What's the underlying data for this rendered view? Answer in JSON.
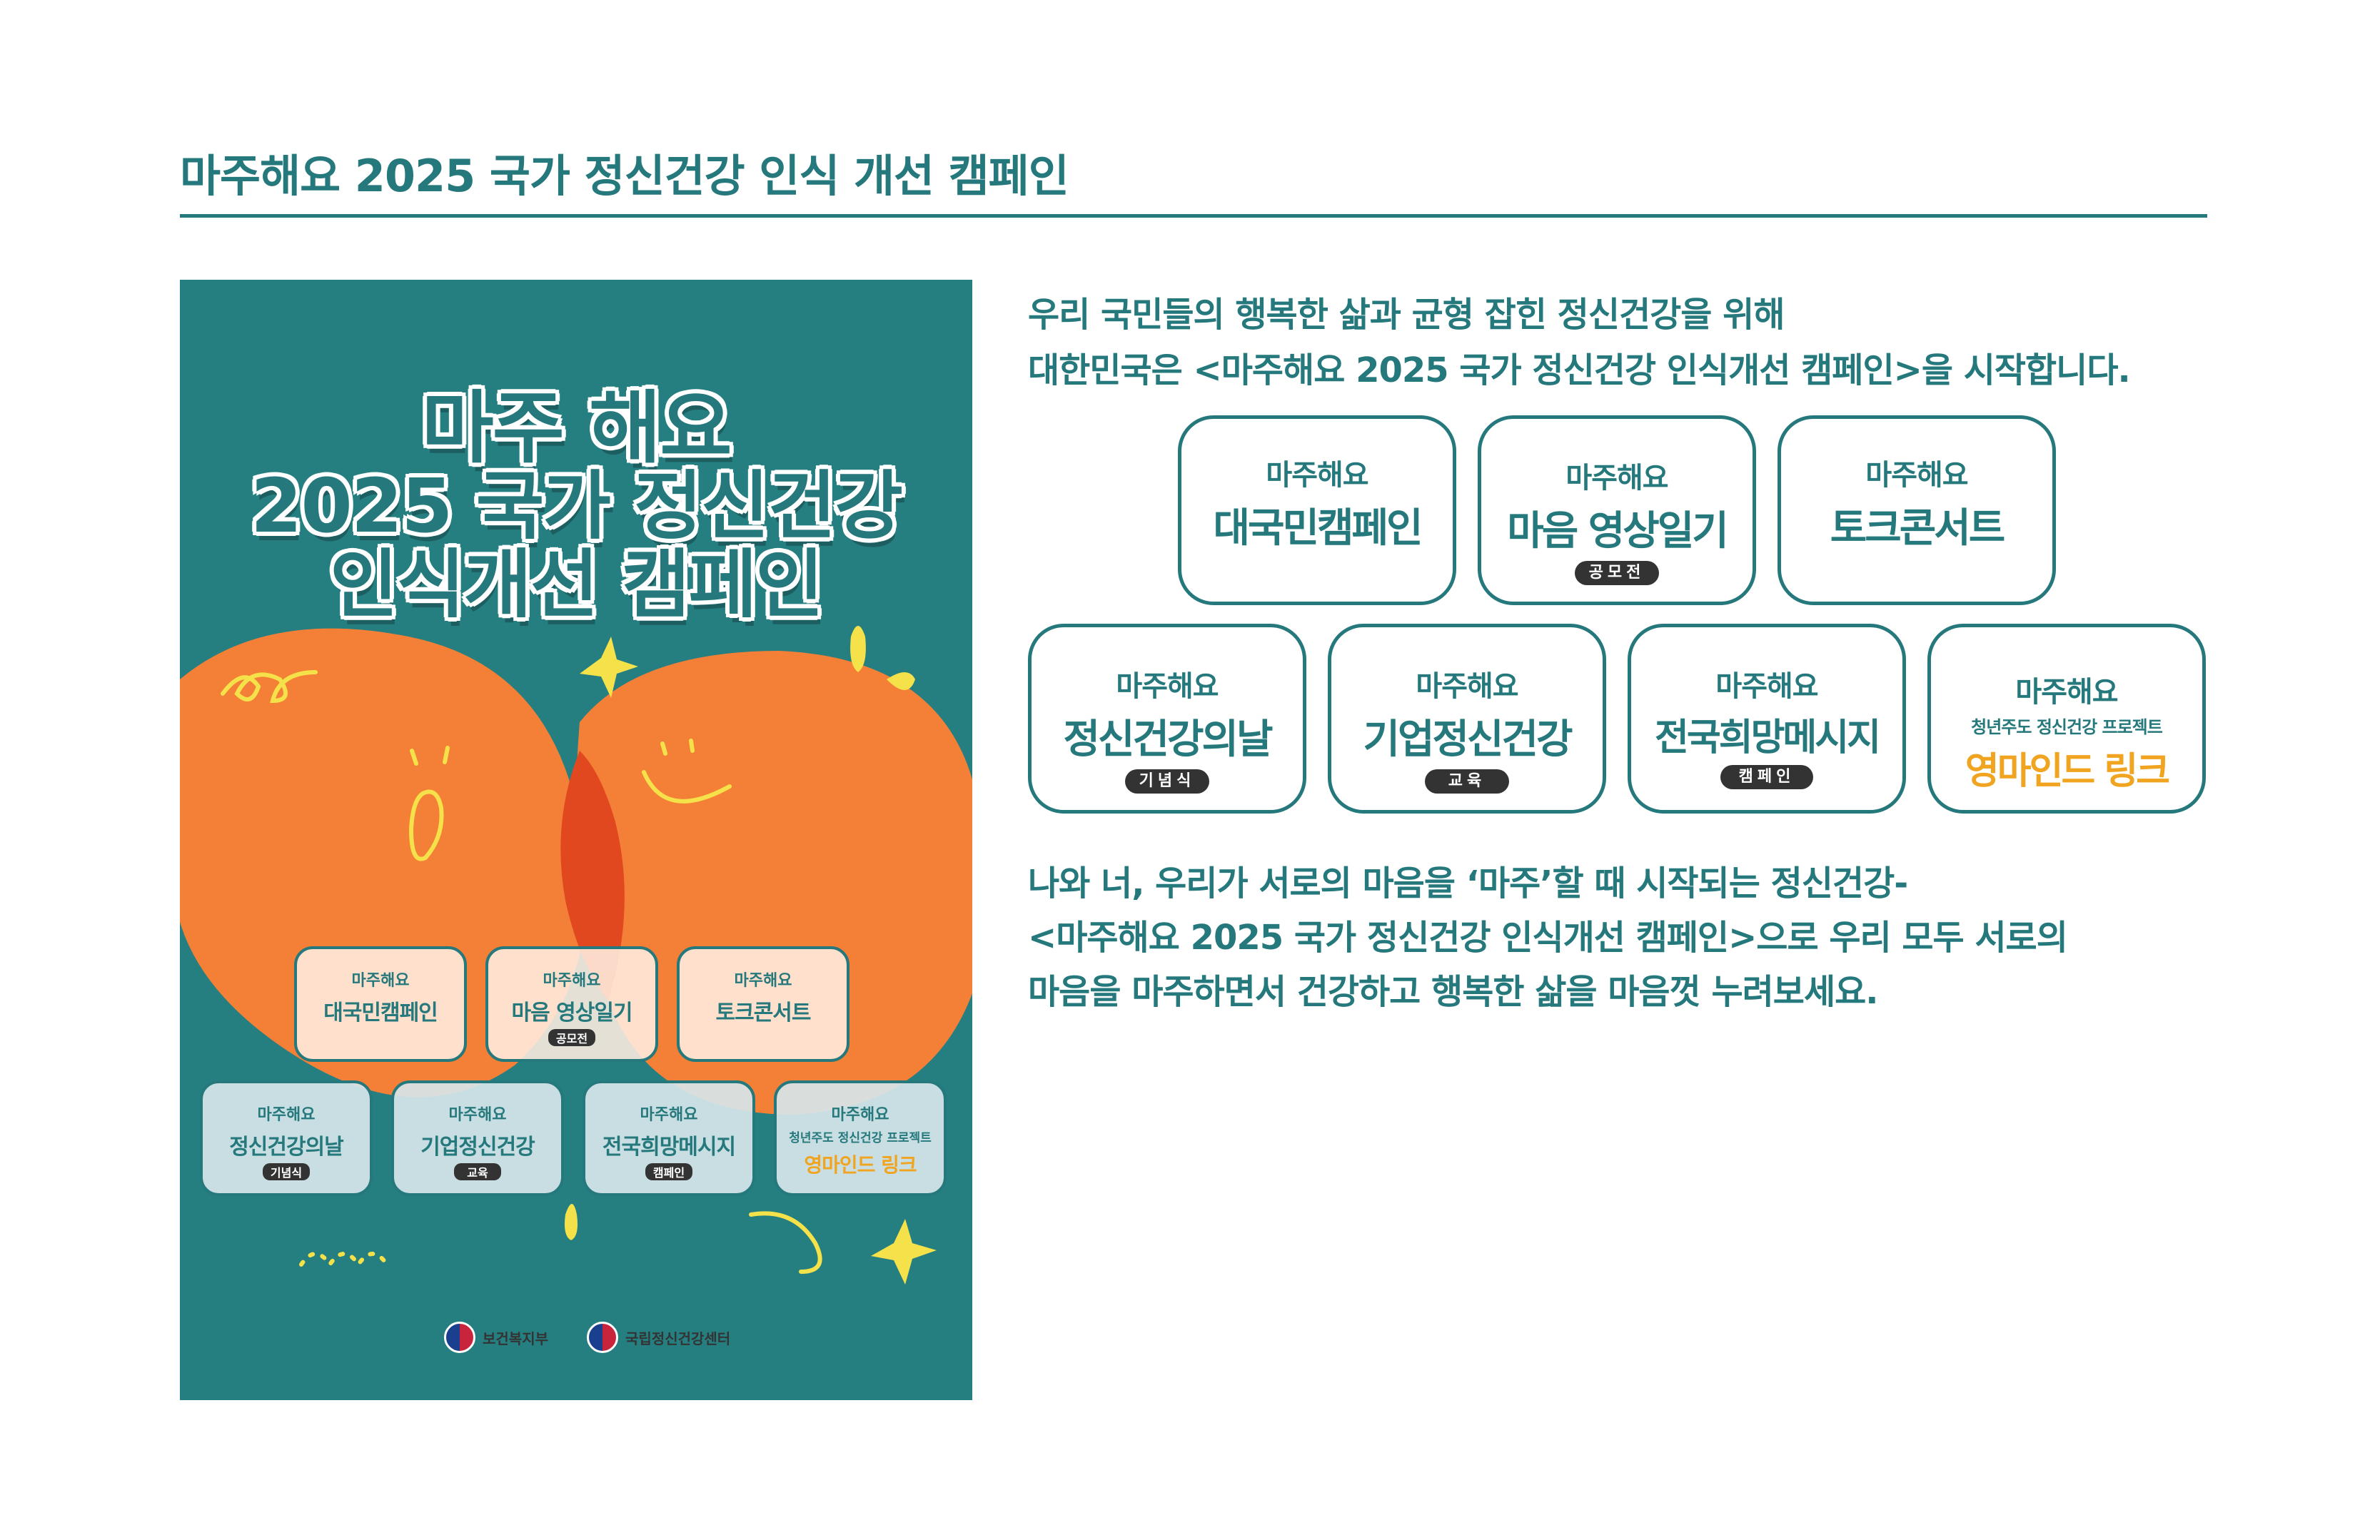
{
  "header": {
    "title": "마주해요 2025 국가 정신건강 인식 개선 캠페인"
  },
  "poster": {
    "title_line1": "마주 해요",
    "title_line2": "2025 국가 정신건강",
    "title_line3": "인식개선 캠페인",
    "mini_brand": "마주해요",
    "mini_cards": [
      {
        "name": "대국민캠페인",
        "sub": ""
      },
      {
        "name": "마음 영상일기",
        "sub": "공모전"
      },
      {
        "name": "토크콘서트",
        "sub": ""
      },
      {
        "name": "정신건강의날",
        "sub": "기념식"
      },
      {
        "name": "기업정신건강",
        "sub": "교육"
      },
      {
        "name": "전국희망메시지",
        "sub": "캠페인"
      },
      {
        "name": "영마인드 링크",
        "sub": "",
        "top": "청년주도 정신건강 프로젝트"
      }
    ],
    "footer_logo_1": "보건복지부",
    "footer_logo_2": "국립정신건강센터",
    "colors": {
      "background": "#257f80",
      "orange": "#f47f36",
      "yellow": "#f5e24a",
      "teal": "#25787b"
    }
  },
  "intro": {
    "line1": "우리 국민들의 행복한 삶과 균형 잡힌 정신건강을 위해",
    "line2": "대한민국은 <마주해요 2025 국가 정신건강 인식개선 캠페인>을 시작합니다."
  },
  "badges": {
    "brand": "마주해요",
    "items": [
      {
        "name": "대국민캠페인",
        "sub": ""
      },
      {
        "name": "마음 영상일기",
        "sub": "공모전"
      },
      {
        "name": "토크콘서트",
        "sub": ""
      },
      {
        "name": "정신건강의날",
        "sub": "기념식"
      },
      {
        "name": "기업정신건강",
        "sub": "교육"
      },
      {
        "name": "전국희망메시지",
        "sub": "캠페인"
      },
      {
        "name": "영마인드 링크",
        "top": "청년주도 정신건강 프로젝트",
        "sub": ""
      }
    ]
  },
  "outro": {
    "line1": "나와 너, 우리가 서로의 마음을 ‘마주’할 때 시작되는 정신건강-",
    "line2": "<마주해요 2025 국가 정신건강 인식개선 캠페인>으로 우리 모두 서로의",
    "line3": "마음을 마주하면서 건강하고 행복한 삶을 마음껏 누려보세요."
  }
}
